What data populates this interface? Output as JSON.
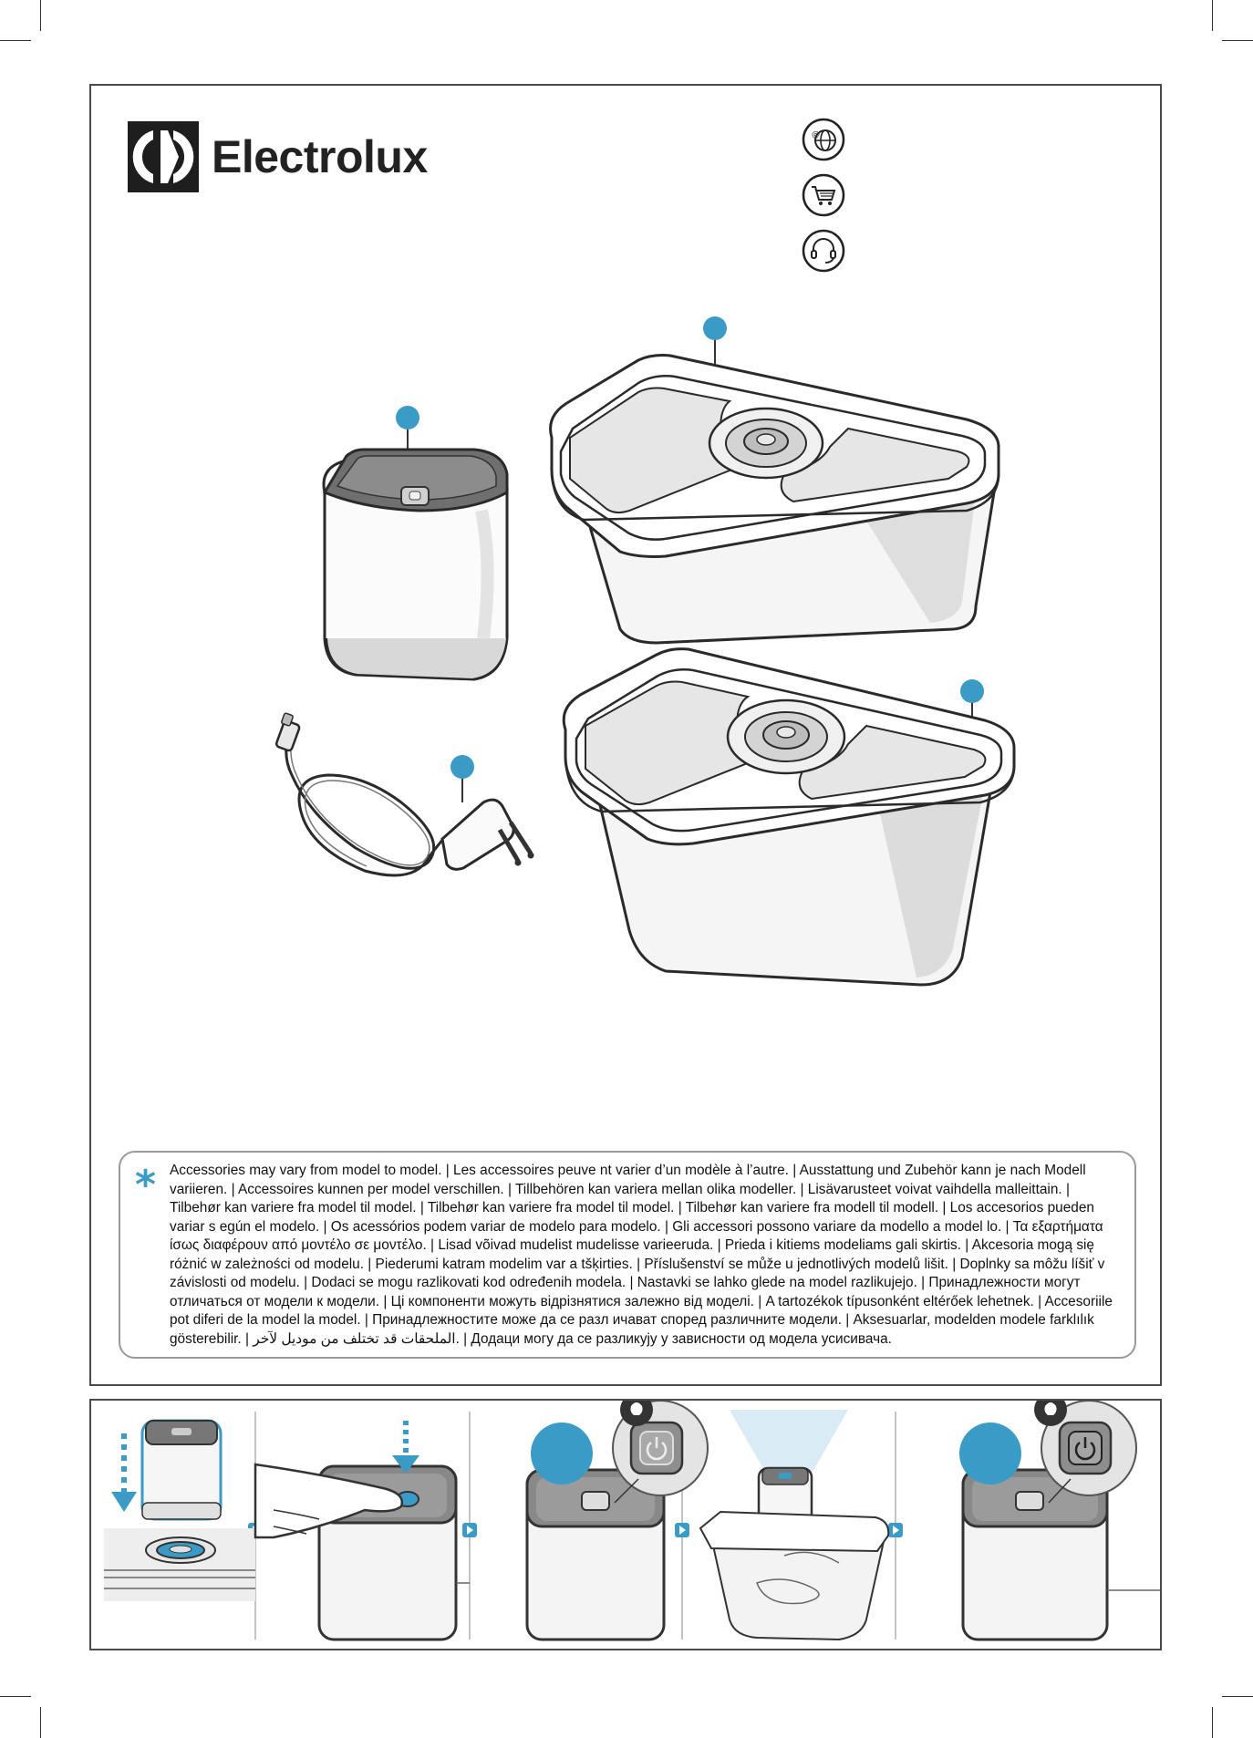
{
  "brand": {
    "name": "Electrolux"
  },
  "side_icons": [
    {
      "icon": "globe-web-icon"
    },
    {
      "icon": "shopping-cart-icon"
    },
    {
      "icon": "headset-support-icon"
    }
  ],
  "note": {
    "symbol": "*",
    "lines": [
      "Accessories may vary from model to model. | Les accessoires peuve nt varier d’un modèle à l’autre. | Ausstattung und Zubehör kann je nach Modell",
      "variieren. | Accessoires kunnen per model verschillen. | Tillbehören kan variera mellan olika modeller. | Lisävarusteet voivat vaihdella malleittain. |",
      "Tilbehør kan variere fra model til model. | Tilbehør kan variere fra model til model. | Tilbehør kan variere fra modell til modell. | Los accesorios pueden",
      "variar s egún el modelo. | Os acessórios podem variar de modelo para modelo. | Gli accessori possono variare da modello a model lo. | Τα εξαρτήματα",
      "ίσως διαφέρουν από μοντέλο σε μοντέλο. | Lisad võivad mudelist mudelisse varieeruda. | Prieda i kitiems modeliams gali skirtis. | Akcesoria mogą się",
      "różnić w zależności od modelu. | Piederumi katram modelim var a tšķirties. | Příslušenství se může u jednotlivých modelů lišit. | Doplnky sa môžu líšiť v",
      "závislosti od modelu. | Dodaci se mogu razlikovati kod određenih modela. | Nastavki se lahko glede na model razlikujejo. | Принадлежности могут",
      "отличаться от модели к модели. | Ці компоненти можуть відрізнятися залежно від моделі. | A tartozékok típusonként eltérőek lehetnek. | Accesoriile",
      "pot diferi de la model la model. | Принадлежностите може да се разл ичават според различните модели. | Aksesuarlar, modelden modele farklılık",
      "gösterebilir. | الملحقات قد تختلف من موديل لآخر. | Додаци могу да се разликују у зависности од модела усисивача."
    ]
  },
  "colors": {
    "accent": "#3a9cc6",
    "frame": "#4a4a4a",
    "note_border": "#9a9a9a"
  }
}
